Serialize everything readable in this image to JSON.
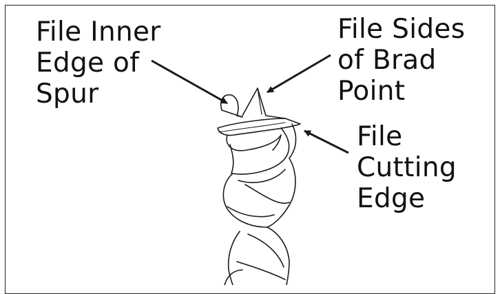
{
  "labels": {
    "spur": {
      "line1": "File Inner",
      "line2": "Edge of",
      "line3": "Spur"
    },
    "brad_point": {
      "line1": "File Sides",
      "line2": "of Brad",
      "line3": "Point"
    },
    "cutting_edge": {
      "line1": "File",
      "line2": "Cutting",
      "line3": "Edge"
    }
  },
  "colors": {
    "line": "#1a1a1a",
    "background": "#ffffff"
  }
}
